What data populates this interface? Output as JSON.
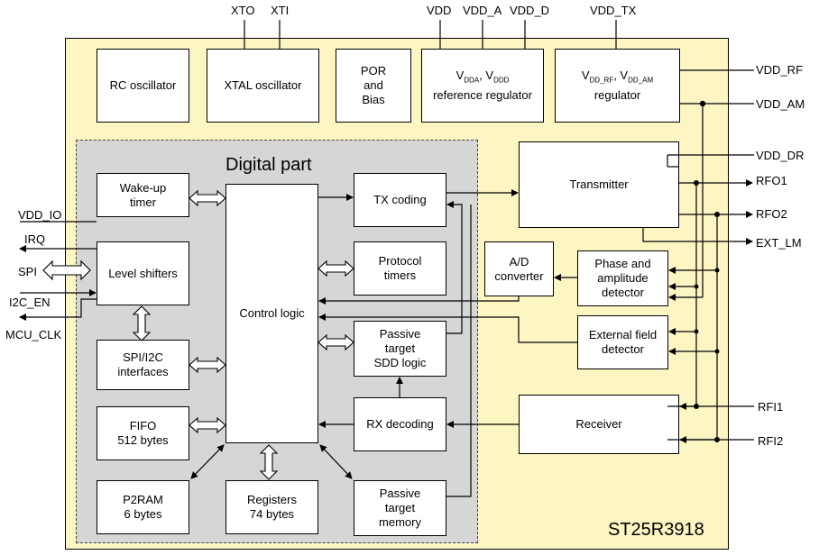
{
  "chip_name": "ST25R3918",
  "digital_part_title": "Digital part",
  "blocks": {
    "rc_osc": "RC oscillator",
    "xtal_osc": "XTAL oscillator",
    "por_bias": "POR\nand\nBias",
    "ref_reg_line1": "V",
    "ref_reg_sub1": "DDA",
    "ref_reg_mid": ", V",
    "ref_reg_sub2": "DDD",
    "ref_reg_line2": "reference regulator",
    "reg2_line1": "V",
    "reg2_sub1": "DD_RF",
    "reg2_mid": ", V",
    "reg2_sub2": "DD_AM",
    "reg2_line2": "regulator",
    "wakeup": "Wake-up\ntimer",
    "level_shifters": "Level shifters",
    "spi_i2c": "SPI/I2C\ninterfaces",
    "fifo": "FIFO\n512 bytes",
    "p2ram": "P2RAM\n6 bytes",
    "registers": "Registers\n74 bytes",
    "control_logic": "Control logic",
    "tx_coding": "TX coding",
    "protocol_timers": "Protocol\ntimers",
    "passive_sdd": "Passive\ntarget\nSDD logic",
    "rx_decoding": "RX decoding",
    "passive_memory": "Passive\ntarget\nmemory",
    "transmitter": "Transmitter",
    "ad_converter": "A/D\nconverter",
    "phase_amp": "Phase and\namplitude\ndetector",
    "ext_field": "External field\ndetector",
    "receiver": "Receiver"
  },
  "pins": {
    "xto": "XTO",
    "xti": "XTI",
    "vdd": "VDD",
    "vdd_a": "VDD_A",
    "vdd_d": "VDD_D",
    "vdd_tx": "VDD_TX",
    "vdd_rf": "VDD_RF",
    "vdd_am": "VDD_AM",
    "vdd_dr": "VDD_DR",
    "rfo1": "RFO1",
    "rfo2": "RFO2",
    "ext_lm": "EXT_LM",
    "rfi1": "RFI1",
    "rfi2": "RFI2",
    "vdd_io": "VDD_IO",
    "irq": "IRQ",
    "spi": "SPI",
    "i2c_en": "I2C_EN",
    "mcu_clk": "MCU_CLK"
  }
}
